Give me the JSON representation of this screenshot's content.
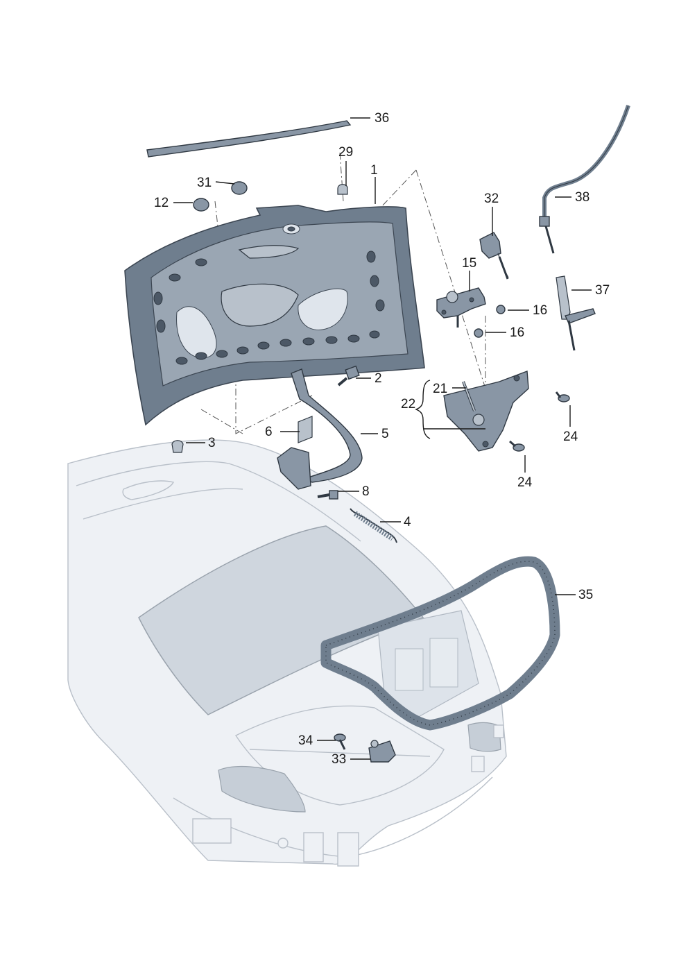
{
  "callouts": [
    {
      "id": "c36",
      "label": "36"
    },
    {
      "id": "c29",
      "label": "29"
    },
    {
      "id": "c1",
      "label": "1"
    },
    {
      "id": "c31",
      "label": "31"
    },
    {
      "id": "c12",
      "label": "12"
    },
    {
      "id": "c32",
      "label": "32"
    },
    {
      "id": "c38",
      "label": "38"
    },
    {
      "id": "c15",
      "label": "15"
    },
    {
      "id": "c37",
      "label": "37"
    },
    {
      "id": "c16a",
      "label": "16"
    },
    {
      "id": "c16b",
      "label": "16"
    },
    {
      "id": "c2",
      "label": "2"
    },
    {
      "id": "c21",
      "label": "21"
    },
    {
      "id": "c22",
      "label": "22"
    },
    {
      "id": "c24a",
      "label": "24"
    },
    {
      "id": "c3",
      "label": "3"
    },
    {
      "id": "c6",
      "label": "6"
    },
    {
      "id": "c5",
      "label": "5"
    },
    {
      "id": "c24b",
      "label": "24"
    },
    {
      "id": "c8",
      "label": "8"
    },
    {
      "id": "c4",
      "label": "4"
    },
    {
      "id": "c35",
      "label": "35"
    },
    {
      "id": "c34",
      "label": "34"
    },
    {
      "id": "c33",
      "label": "33"
    }
  ],
  "colors": {
    "panel": "#6f7e8e",
    "part": "#8996a5",
    "car_body": "#eef1f5",
    "ink": "#1a1a1a"
  }
}
